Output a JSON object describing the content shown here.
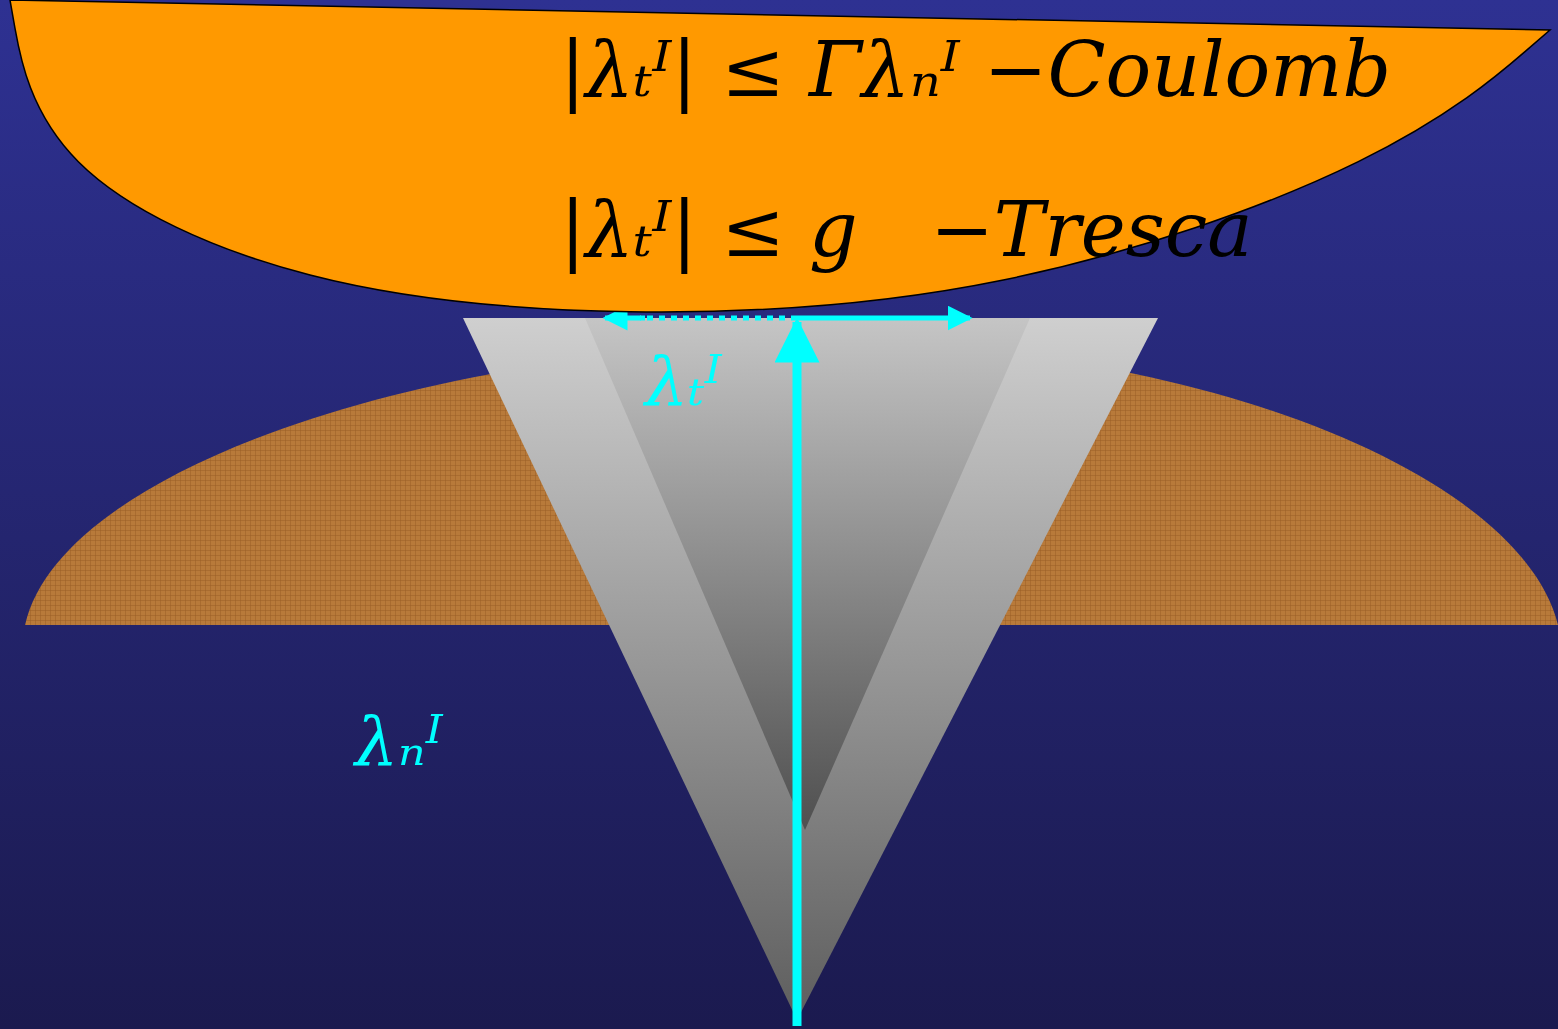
{
  "diagram": {
    "nodes": [
      {
        "text": [
          "|λₜᴵ| ≤ Γλₙᴵ −Coulomb",
          "|λₜᴵ| ≤ g   −Tresca"
        ]
      }
    ],
    "labels": [
      "λₜᴵ",
      "λₙᴵ"
    ]
  }
}
